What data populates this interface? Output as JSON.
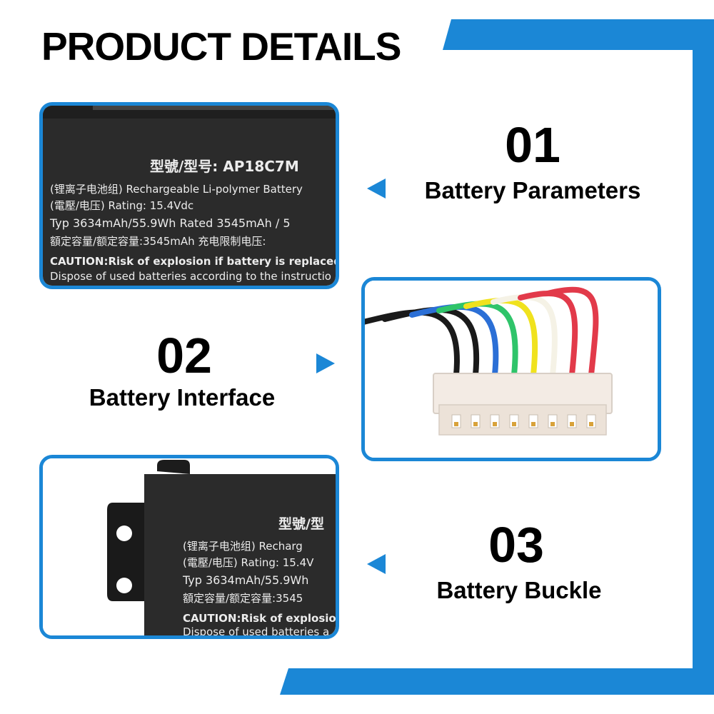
{
  "header": {
    "title": "PRODUCT DETAILS"
  },
  "colors": {
    "accent": "#1b87d6",
    "text": "#000000",
    "battery": "#2b2b2b"
  },
  "sections": [
    {
      "number": "01",
      "caption": "Battery Parameters",
      "arrow": "left-arrow-icon"
    },
    {
      "number": "02",
      "caption": "Battery Interface",
      "arrow": "right-arrow-icon"
    },
    {
      "number": "03",
      "caption": "Battery Buckle",
      "arrow": "left-arrow-icon"
    }
  ],
  "label_top": {
    "model": "型號/型号: AP18C7M",
    "line1": "(锂离子电池组)  Rechargeable Li-polymer Battery",
    "line2": "(電壓/电压) Rating: 15.4Vdc",
    "line3": "Typ 3634mAh/55.9Wh  Rated 3545mAh / 5",
    "line4": "額定容量/额定容量:3545mAh   充电限制电压:",
    "line5": "CAUTION:Risk of explosion if battery is replaced b",
    "line6": "Dispose of used batteries according to the instructio"
  },
  "label_bottom": {
    "model": "型號/型",
    "line1": "(锂离子电池组)  Recharg",
    "line2": "(電壓/电压) Rating: 15.4V",
    "line3": "Typ 3634mAh/55.9Wh",
    "line4": "額定容量/额定容量:3545",
    "line5": "CAUTION:Risk of explosion",
    "line6": "Dispose of used batteries a"
  },
  "connector": {
    "wire_colors": [
      "#1a1a1a",
      "#1a1a1a",
      "#2b6fd6",
      "#2fc46a",
      "#f0e21e",
      "#f3f0e0",
      "#e23a4a",
      "#e23a4a"
    ]
  }
}
